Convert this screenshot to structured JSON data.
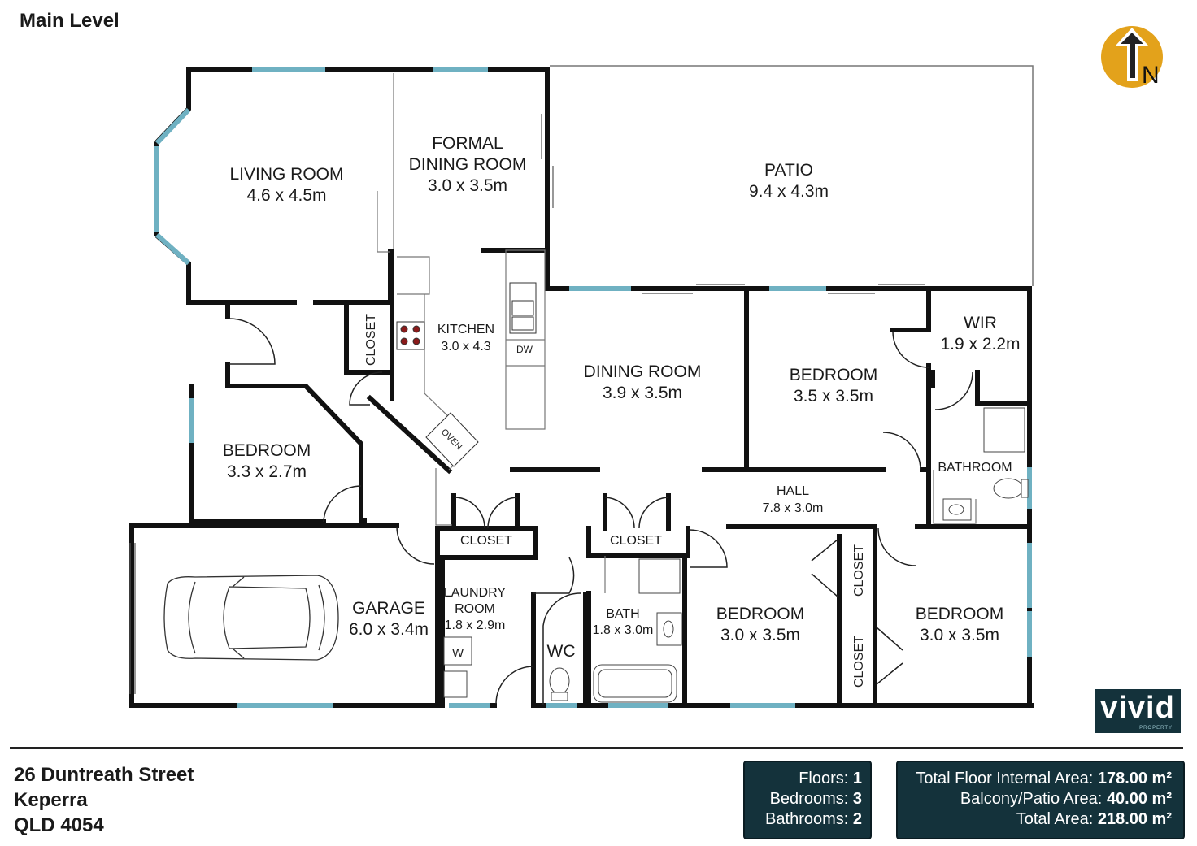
{
  "title": "Main Level",
  "address": {
    "line1": "26 Duntreath Street",
    "line2": "Keperra",
    "line3": "QLD 4054"
  },
  "stats": {
    "floors_label": "Floors:",
    "floors_value": "1",
    "bedrooms_label": "Bedrooms:",
    "bedrooms_value": "3",
    "bathrooms_label": "Bathrooms:",
    "bathrooms_value": "2"
  },
  "areas": {
    "internal_label": "Total Floor Internal Area:",
    "internal_value": "178.00 m²",
    "patio_label": "Balcony/Patio Area:",
    "patio_value": "40.00 m²",
    "total_label": "Total Area:",
    "total_value": "218.00 m²"
  },
  "brand": {
    "name": "vivid",
    "sub": "PROPERTY"
  },
  "compass": {
    "letter": "N",
    "color": "#e3a21b"
  },
  "colors": {
    "wall": "#111111",
    "window": "#6fb1c2",
    "panel": "#14323b"
  },
  "rooms": {
    "living": {
      "name": "LIVING ROOM",
      "dims": "4.6 x 4.5m"
    },
    "formal_dining": {
      "name1": "FORMAL",
      "name2": "DINING ROOM",
      "dims": "3.0 x 3.5m"
    },
    "patio": {
      "name": "PATIO",
      "dims": "9.4 x 4.3m"
    },
    "kitchen": {
      "name": "KITCHEN",
      "dims": "3.0 x 4.3"
    },
    "dining": {
      "name": "DINING ROOM",
      "dims": "3.9 x 3.5m"
    },
    "bedroom_ne": {
      "name": "BEDROOM",
      "dims": "3.5 x 3.5m"
    },
    "wir": {
      "name": "WIR",
      "dims": "1.9 x 2.2m"
    },
    "bedroom_w": {
      "name": "BEDROOM",
      "dims": "3.3 x 2.7m"
    },
    "bathroom": {
      "name": "BATHROOM"
    },
    "hall": {
      "name": "HALL",
      "dims": "7.8 x 3.0m"
    },
    "garage": {
      "name": "GARAGE",
      "dims": "6.0 x 3.4m"
    },
    "laundry": {
      "name1": "LAUNDRY",
      "name2": "ROOM",
      "dims": "1.8 x 2.9m"
    },
    "wc": {
      "name": "WC"
    },
    "bath": {
      "name": "BATH",
      "dims": "1.8 x 3.0m"
    },
    "bedroom_s1": {
      "name": "BEDROOM",
      "dims": "3.0 x 3.5m"
    },
    "bedroom_s2": {
      "name": "BEDROOM",
      "dims": "3.0 x 3.5m"
    }
  },
  "labels": {
    "closet": "CLOSET",
    "oven": "OVEN",
    "dw": "DW",
    "washer": "W"
  }
}
